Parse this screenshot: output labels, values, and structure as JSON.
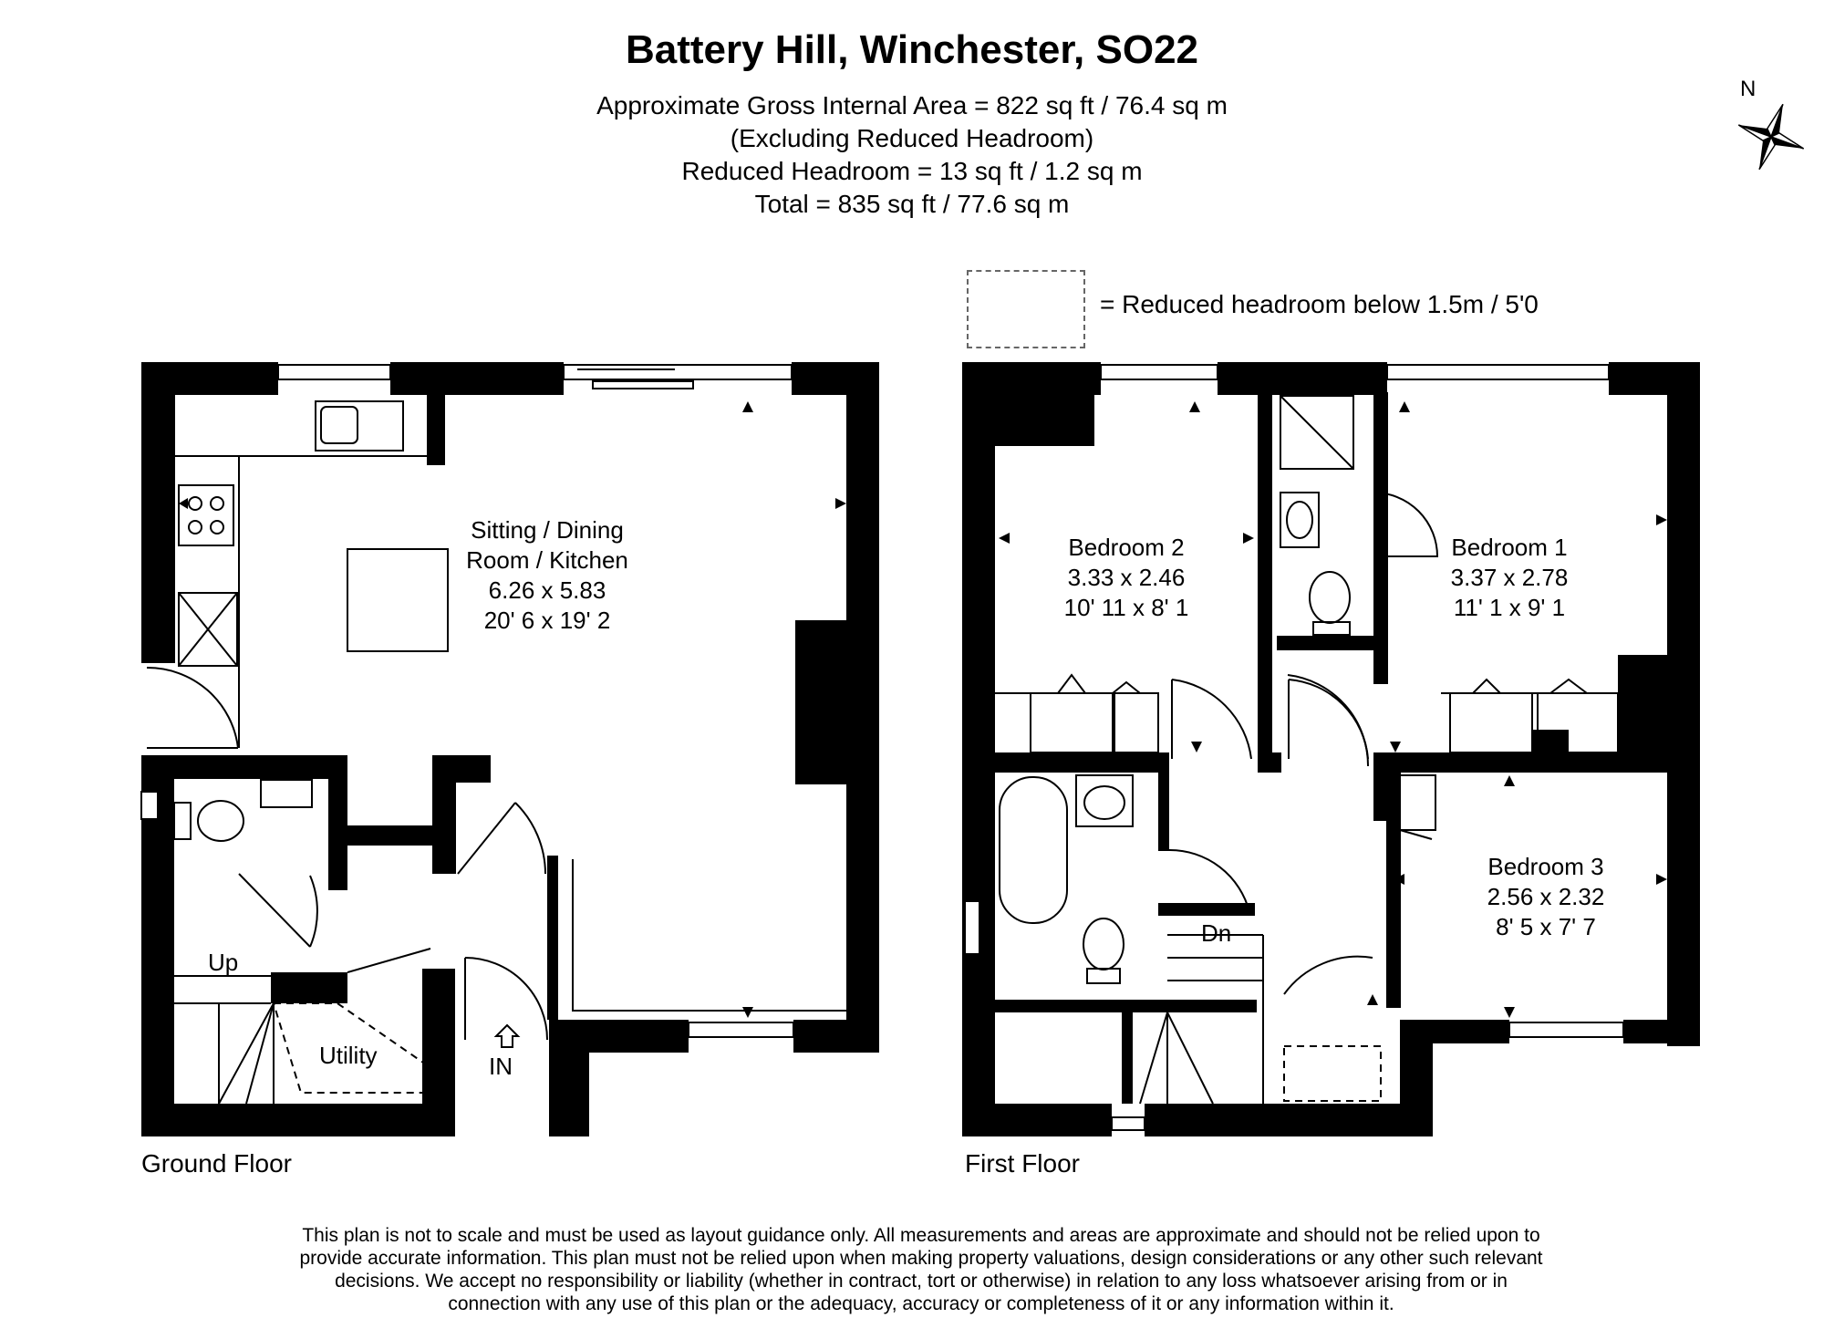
{
  "header": {
    "title": "Battery Hill, Winchester, SO22",
    "area_lines": [
      "Approximate Gross Internal Area = 822 sq ft / 76.4 sq m",
      "(Excluding Reduced Headroom)",
      "Reduced Headroom = 13 sq ft / 1.2 sq m",
      "Total = 835 sq ft / 77.6 sq m"
    ]
  },
  "compass": {
    "label": "N"
  },
  "legend": {
    "text": "= Reduced headroom below 1.5m / 5'0"
  },
  "ground_floor": {
    "label": "Ground Floor",
    "rooms": [
      {
        "name_line1": "Sitting / Dining",
        "name_line2": "Room / Kitchen",
        "metric": "6.26 x 5.83",
        "imperial": "20' 6 x 19' 2"
      }
    ],
    "utility": "Utility",
    "up": "Up",
    "entrance": "IN"
  },
  "first_floor": {
    "label": "First Floor",
    "rooms": [
      {
        "name": "Bedroom 2",
        "metric": "3.33 x 2.46",
        "imperial": "10' 11 x 8' 1"
      },
      {
        "name": "Bedroom 1",
        "metric": "3.37 x 2.78",
        "imperial": "11' 1 x 9' 1"
      },
      {
        "name": "Bedroom 3",
        "metric": "2.56 x 2.32",
        "imperial": "8' 5 x 7' 7"
      }
    ],
    "down": "Dn"
  },
  "disclaimer": [
    "This plan is not to scale and must be used as layout guidance only. All measurements and areas are approximate and should not be relied upon to",
    "provide accurate information. This plan must not be relied upon when making property valuations, design considerations or any other such relevant",
    "decisions. We accept no responsibility or liability (whether in contract, tort or otherwise) in relation to any loss whatsoever arising from or in",
    "connection with any use of this plan or the adequacy, accuracy or completeness of it or any information within it."
  ]
}
